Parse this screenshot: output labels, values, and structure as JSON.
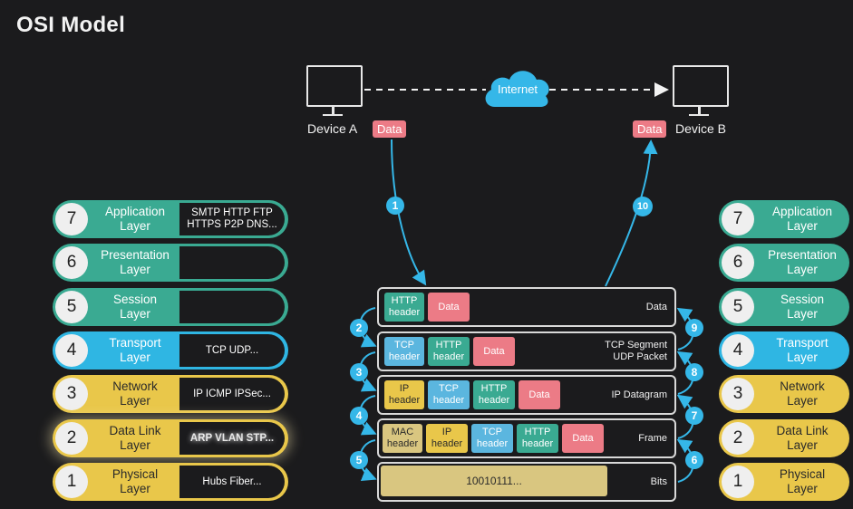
{
  "title": "OSI Model",
  "network": {
    "device_a": "Device A",
    "device_b": "Device B",
    "cloud": "Internet",
    "data_a": "Data",
    "data_b": "Data"
  },
  "left_layers": [
    {
      "num": "7",
      "name": "Application\nLayer",
      "protocols": "SMTP  HTTP  FTP\nHTTPS  P2P  DNS..."
    },
    {
      "num": "6",
      "name": "Presentation\nLayer",
      "protocols": ""
    },
    {
      "num": "5",
      "name": "Session\nLayer",
      "protocols": ""
    },
    {
      "num": "4",
      "name": "Transport\nLayer",
      "protocols": "TCP UDP..."
    },
    {
      "num": "3",
      "name": "Network\nLayer",
      "protocols": "IP  ICMP  IPSec..."
    },
    {
      "num": "2",
      "name": "Data Link\nLayer",
      "protocols": "ARP  VLAN  STP..."
    },
    {
      "num": "1",
      "name": "Physical\nLayer",
      "protocols": "Hubs  Fiber..."
    }
  ],
  "right_layers": [
    {
      "num": "7",
      "name": "Application\nLayer"
    },
    {
      "num": "6",
      "name": "Presentation\nLayer"
    },
    {
      "num": "5",
      "name": "Session\nLayer"
    },
    {
      "num": "4",
      "name": "Transport\nLayer"
    },
    {
      "num": "3",
      "name": "Network\nLayer"
    },
    {
      "num": "2",
      "name": "Data Link\nLayer"
    },
    {
      "num": "1",
      "name": "Physical\nLayer"
    }
  ],
  "encapsulation": [
    {
      "cells": [
        "HTTP\nheader",
        "Data"
      ],
      "label": "Data"
    },
    {
      "cells": [
        "TCP\nheader",
        "HTTP\nheader",
        "Data"
      ],
      "label": "TCP Segment\nUDP Packet"
    },
    {
      "cells": [
        "IP\nheader",
        "TCP\nheader",
        "HTTP\nheader",
        "Data"
      ],
      "label": "IP Datagram"
    },
    {
      "cells": [
        "MAC\nheader",
        "IP\nheader",
        "TCP\nheader",
        "HTTP\nheader",
        "Data"
      ],
      "label": "Frame"
    },
    {
      "cells": [
        "10010111..."
      ],
      "label": "Bits"
    }
  ],
  "steps": [
    "1",
    "2",
    "3",
    "4",
    "5",
    "6",
    "7",
    "8",
    "9",
    "10"
  ],
  "colors": {
    "application": "#3aaa92",
    "transport": "#2fb6e3",
    "network": "#e9c74a",
    "data": "#ec7b86",
    "arrow": "#35b7e8"
  }
}
